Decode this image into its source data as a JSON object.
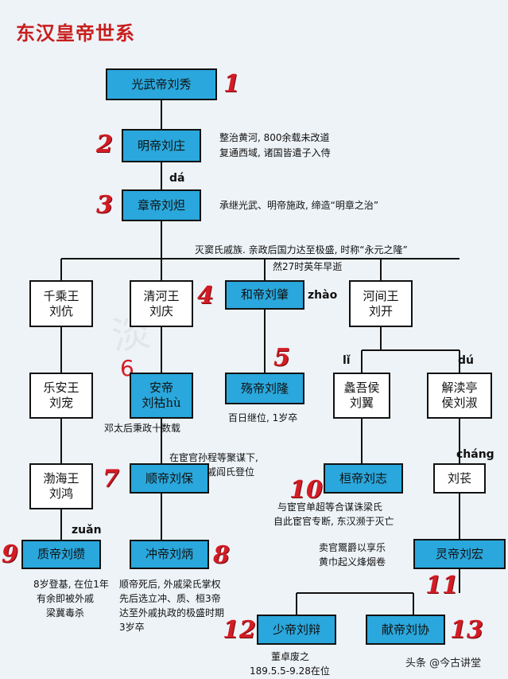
{
  "title": "东汉皇帝世系",
  "watermark": "头条 @今古讲堂",
  "nodes": {
    "guangwu": {
      "label": "光武帝刘秀",
      "num": "1"
    },
    "ming": {
      "label": "明帝刘庄",
      "num": "2"
    },
    "zhang": {
      "label": "章帝刘炟",
      "num": "3"
    },
    "qiancheng": {
      "label1": "千乘王",
      "label2": "刘伉"
    },
    "qinghe": {
      "label1": "清河王",
      "label2": "刘庆"
    },
    "he": {
      "label": "和帝刘肇",
      "num": "4"
    },
    "hejian": {
      "label1": "河间王",
      "label2": "刘开"
    },
    "lean": {
      "label1": "乐安王",
      "label2": "刘宠"
    },
    "an": {
      "label1": "安帝",
      "label2": "刘祜hù",
      "num": "6"
    },
    "shang": {
      "label": "殇帝刘隆",
      "num": "5"
    },
    "liwu": {
      "label1": "蠡吾侯",
      "label2": "刘翼"
    },
    "jiedu": {
      "label1": "解渎亭",
      "label2": "侯刘淑"
    },
    "bohai": {
      "label1": "渤海王",
      "label2": "刘鸿"
    },
    "shun": {
      "label": "顺帝刘保",
      "num": "7"
    },
    "huan": {
      "label": "桓帝刘志",
      "num": "10"
    },
    "liuchang": {
      "label": "刘苌"
    },
    "zhi": {
      "label": "质帝刘缵",
      "num": "9"
    },
    "chong": {
      "label": "冲帝刘炳",
      "num": "8"
    },
    "ling": {
      "label": "灵帝刘宏",
      "num": "11"
    },
    "shao": {
      "label": "少帝刘辩",
      "num": "12"
    },
    "xian": {
      "label": "献帝刘协",
      "num": "13"
    }
  },
  "pinyin": {
    "da": "dá",
    "zhao": "zhào",
    "li": "lǐ",
    "du": "dú",
    "chang": "cháng",
    "zuan": "zuǎn"
  },
  "notes": {
    "ming1": "整治黄河, 800余载未改道",
    "ming2": "复通西域, 诸国皆遣子入侍",
    "zhang": "承继光武、明帝施政, 缔造“明章之治”",
    "he1": "灭窦氏戚族. 亲政后国力达至极盛, 时称“永元之隆”",
    "he2": "然27时英年早逝",
    "shang": "百日继位, 1岁卒",
    "an": "邓太后秉政十数载",
    "shun1": "在宦官孙程等聚谋下,",
    "shun2": "诛灭外戚阎氏登位",
    "huan1": "与宦官单超等合谋诛梁氏",
    "huan2": "自此宦官专断, 东汉濒于灭亡",
    "ling1": "卖官鬻爵以享乐",
    "ling2": "黄巾起义烽烟卷",
    "zhi1": "8岁登基, 在位1年",
    "zhi2": "有余即被外戚",
    "zhi3": "梁冀毒杀",
    "chong1": "顺帝死后, 外戚梁氏掌权",
    "chong2": "先后选立冲、质、桓3帝",
    "chong3": "达至外戚执政的极盛时期",
    "chong4": "3岁卒",
    "shao1": "董卓废之",
    "shao2": "189.5.5-9.28在位"
  }
}
